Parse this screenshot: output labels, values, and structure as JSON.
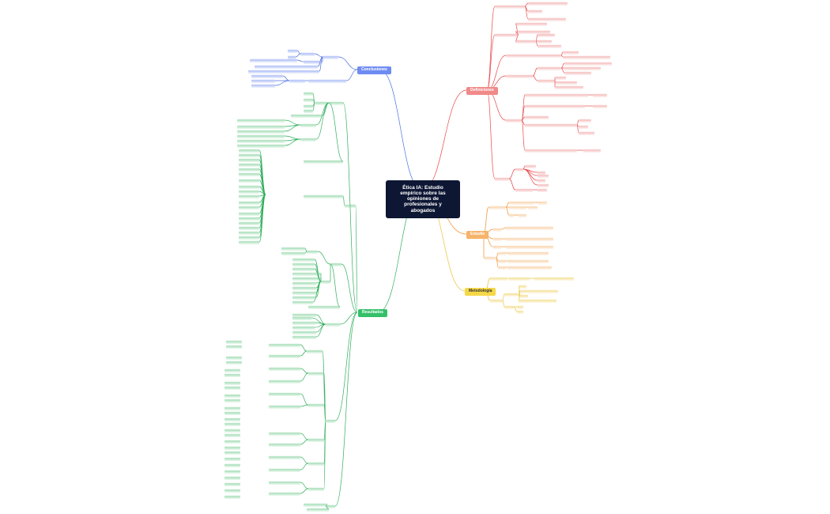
{
  "root": {
    "title": "Ética IA: Estudio empírico sobre las opiniones de profesionales y abogados"
  },
  "branches": {
    "definiciones": {
      "label": "Definiciones",
      "color": "#e8484b",
      "bg": "#f08a8a",
      "leaf_color": "#f0a0a0"
    },
    "estudio": {
      "label": "Estudio",
      "color": "#f08c2a",
      "bg": "#f6b36b",
      "leaf_color": "#f6c28a"
    },
    "metodologia": {
      "label": "Metodología",
      "color": "#e9c23a",
      "bg": "#f5d848",
      "leaf_color": "#eed36a"
    },
    "conclusiones": {
      "label": "Conclusiones",
      "color": "#4a6fe0",
      "bg": "#6f8cf2",
      "leaf_color": "#8ba2f0"
    },
    "resultados": {
      "label": "Resultados",
      "color": "#2fae5b",
      "bg": "#34c06a",
      "leaf_color": "#7fcf99"
    }
  }
}
